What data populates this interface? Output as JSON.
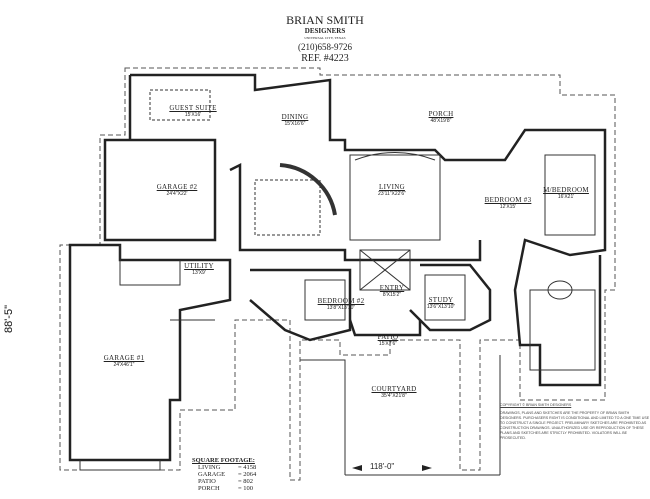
{
  "header": {
    "company": "BRIAN SMITH",
    "subtitle": "DESIGNERS",
    "location": "UNIVERSAL CITY, TEXAS",
    "phone": "(210)658-9726",
    "reference": "REF. #4223"
  },
  "rooms": [
    {
      "name": "GUEST SUITE",
      "size": "15'X16'"
    },
    {
      "name": "DINING",
      "size": "15'X16'6\""
    },
    {
      "name": "PORCH",
      "size": "48'X19'8\""
    },
    {
      "name": "GARAGE #2",
      "size": "24'4\"X22'"
    },
    {
      "name": "LIVING",
      "size": "23'11\"X22'6\""
    },
    {
      "name": "BEDROOM #3",
      "size": "12'X15'"
    },
    {
      "name": "M/BEDROOM",
      "size": "16'X21'"
    },
    {
      "name": "UTILITY",
      "size": "13'X9'"
    },
    {
      "name": "BEDROOM #2",
      "size": "13'8\"X13'10\""
    },
    {
      "name": "ENTRY",
      "size": "8'X15'2\""
    },
    {
      "name": "STUDY",
      "size": "13'6\"X13'10\""
    },
    {
      "name": "PATIO",
      "size": "15'X7'6\""
    },
    {
      "name": "COURTYARD",
      "size": "35'4\"X21'8\""
    },
    {
      "name": "GARAGE #1",
      "size": "24'X46'1\""
    }
  ],
  "dimensions": {
    "width": "118'-0\"",
    "depth": "88'-5\""
  },
  "square_footage": {
    "title": "SQUARE FOOTAGE:",
    "rows": [
      {
        "label": "LIVING",
        "value": "= 4158"
      },
      {
        "label": "GARAGE",
        "value": "= 2064"
      },
      {
        "label": "PATIO",
        "value": "= 802"
      },
      {
        "label": "PORCH",
        "value": "= 100"
      }
    ]
  },
  "copyright": {
    "title": "COPYRIGHT ©          BRIAN SMITH DESIGNERS",
    "body": "DRAWINGS, PLANS AND SKETCHES ARE THE PROPERTY OF BRIAN SMITH DESIGNERS. PURCHASERS RIGHT IS CONDITIONAL AND LIMITED TO A ONE TIME USE TO CONSTRUCT A SINGLE PROJECT. PRELIMINARY SKETCHES ARE PROHIBITED AS CONSTRUCTION DRAWINGS. UNAUTHORIZED USE OR REPRODUCTION OF THESE PLANS AND SKETCHES ARE STRICTLY PROHIBITED. VIOLATORS WILL BE PROSECUTED."
  }
}
